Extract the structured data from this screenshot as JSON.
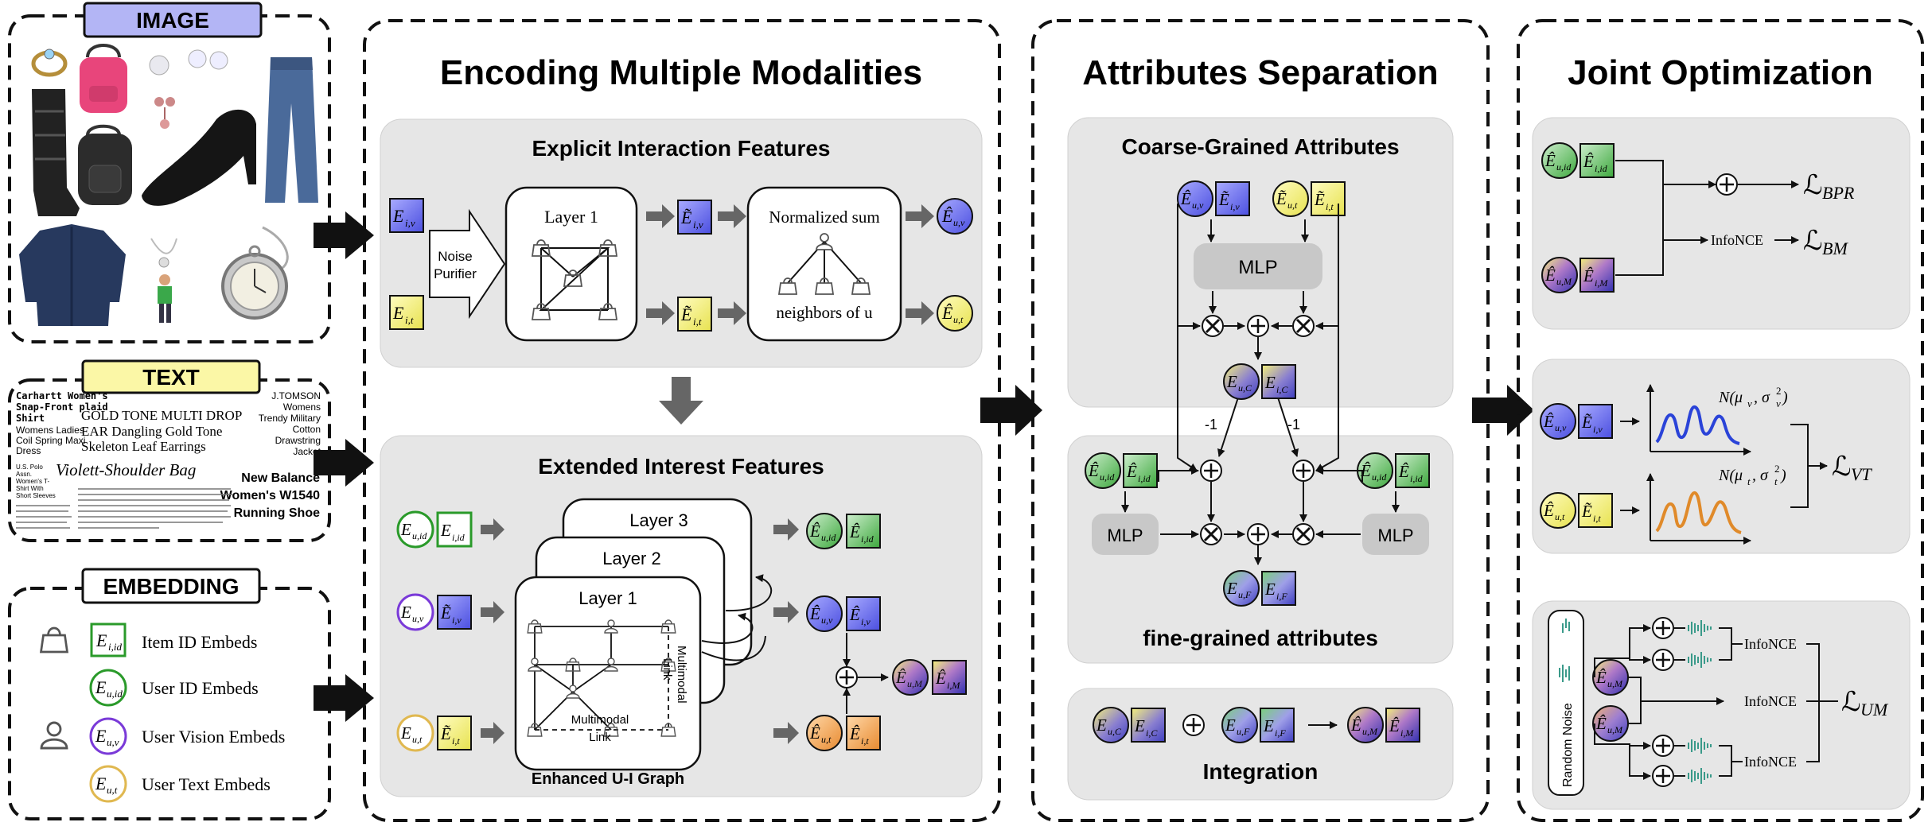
{
  "left_panel": {
    "image_label": "IMAGE",
    "text_label": "TEXT",
    "embedding_label": "EMBEDDING",
    "text_snippets": {
      "carhartt": [
        "Carhartt Women's",
        "Snap-Front plaid",
        "Shirt"
      ],
      "gold": [
        "GOLD TONE MULTI DROP",
        "EAR Dangling Gold Tone",
        "Skeleton Leaf Earrings"
      ],
      "jtomson": [
        "J.TOMSON",
        "Womens",
        "Trendy Military",
        "Cotton",
        "Drawstring",
        "Jacket"
      ],
      "womens": [
        "Womens Ladies",
        "Coil Spring Maxi",
        "Dress"
      ],
      "violett": "Violett-Shoulder Bag",
      "polo": [
        "U.S. Polo",
        "Assn.",
        "Women's T-",
        "Shirt With",
        "Short Sleeves"
      ],
      "newbalance": [
        "New Balance",
        "Women's W1540",
        "Running Shoe"
      ]
    },
    "legend": [
      {
        "sym": "E",
        "sub": "i,id",
        "label": "Item ID Embeds"
      },
      {
        "sym": "E",
        "sub": "u,id",
        "label": "User ID Embeds"
      },
      {
        "sym": "E",
        "sub": "u,v",
        "label": "User Vision Embeds"
      },
      {
        "sym": "E",
        "sub": "u,t",
        "label": "User Text Embeds"
      }
    ]
  },
  "encoding": {
    "title": "Encoding Multiple Modalities",
    "explicit_title": "Explicit Interaction Features",
    "noise_purifier": [
      "Noise",
      "Purifier"
    ],
    "layer1": "Layer 1",
    "normalized_sum": "Normalized sum",
    "neighbors": "neighbors of u",
    "extended_title": "Extended Interest Features",
    "layer3": "Layer 3",
    "layer2": "Layer 2",
    "multimodal_link": [
      "Multimodal",
      "Link"
    ],
    "graph_caption": "Enhanced U-I Graph"
  },
  "attributes": {
    "title": "Attributes Separation",
    "coarse_title": "Coarse-Grained Attributes",
    "mlp": "MLP",
    "minus_one": "-1",
    "fine_title": "fine-grained attributes",
    "integration_title": "Integration"
  },
  "joint": {
    "title": "Joint Optimization",
    "infonce": "InfoNCE",
    "random_noise": "Random Noise",
    "loss_bpr": {
      "main": "ℒ",
      "sub": "BPR"
    },
    "loss_bm": {
      "main": "ℒ",
      "sub": "BM"
    },
    "loss_vt": {
      "main": "ℒ",
      "sub": "VT"
    },
    "loss_um": {
      "main": "ℒ",
      "sub": "UM"
    },
    "normal_v": "N(μ",
    "normal_v_tail": ", σ",
    "normal_t": "N(μ",
    "normal_t_tail": ", σ"
  },
  "colors": {
    "blue": "#6a6ef0",
    "yellow": "#f4f07a",
    "green": "#5cbf5c",
    "orange": "#f3a35a",
    "panel_fill": "#e6e6e6",
    "dash": "#111111",
    "arrow_gray": "#666666",
    "badge_image": "#b3b5f5",
    "badge_text": "#fbf7a6",
    "plot_blue": "#2a43d8",
    "plot_orange": "#e08a2a"
  }
}
